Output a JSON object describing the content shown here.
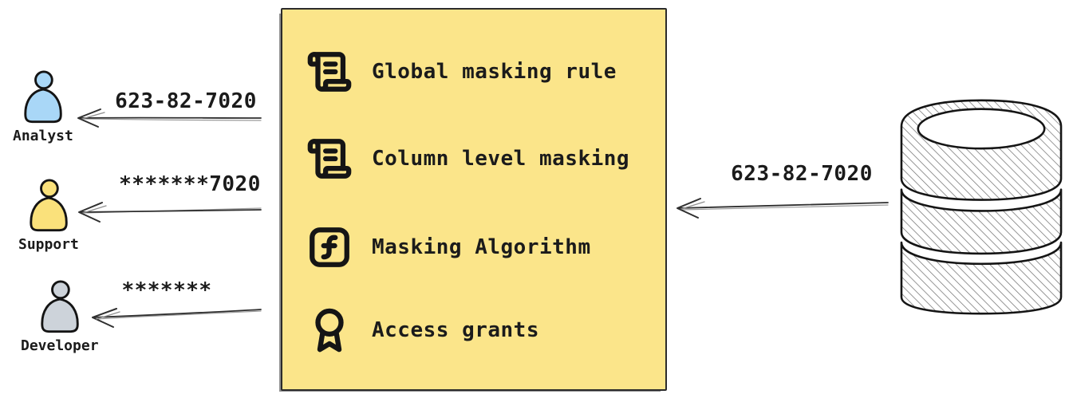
{
  "actors": [
    {
      "name": "Analyst",
      "received_value": "623-82-7020",
      "fill": "#A9D7F7"
    },
    {
      "name": "Support",
      "received_value": "*******7020",
      "fill": "#FAE17B"
    },
    {
      "name": "Developer",
      "received_value": "*******",
      "fill": "#CDD3DA"
    }
  ],
  "masking_box": {
    "background": "#FBE58A",
    "border_color": "#2b2b2b",
    "items": [
      {
        "label": "Global masking rule",
        "icon": "scroll-text-icon"
      },
      {
        "label": "Column level masking",
        "icon": "scroll-text-icon"
      },
      {
        "label": "Masking Algorithm",
        "icon": "function-square-icon"
      },
      {
        "label": "Access grants",
        "icon": "award-icon"
      }
    ]
  },
  "database": {
    "icon": "database-icon",
    "outgoing_value": "623-82-7020"
  },
  "colors": {
    "stroke": "#151515",
    "arrow": "#2f2f2f",
    "hatch": "#6f6f6f",
    "text": "#1b1b1b"
  }
}
